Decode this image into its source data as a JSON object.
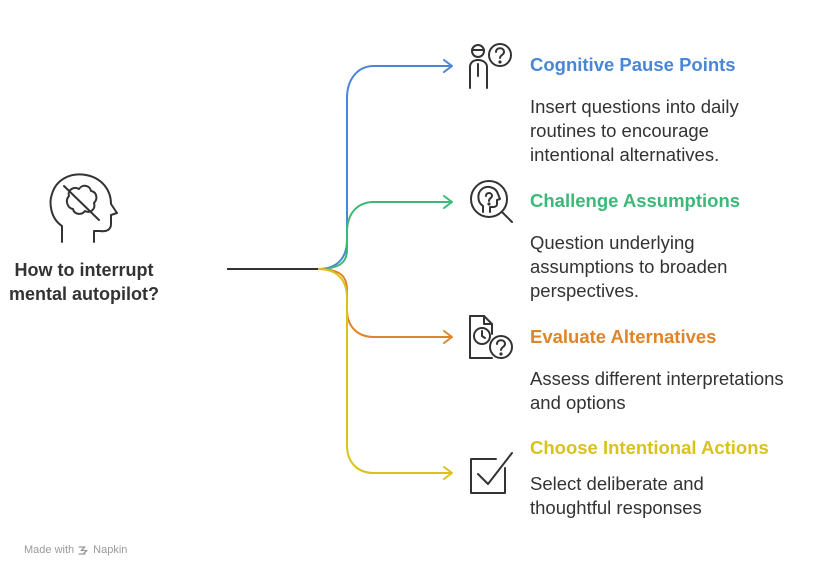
{
  "root": {
    "lines": [
      "How to interrupt",
      "mental autopilot?"
    ],
    "icon": "crossed-out-brain-head-icon"
  },
  "items": [
    {
      "title": "Cognitive Pause Points",
      "desc": [
        "Insert questions into daily",
        "routines to encourage",
        "intentional alternatives."
      ],
      "color": "#4a86d6",
      "icon": "person-question-icon"
    },
    {
      "title": "Challenge Assumptions",
      "desc": [
        "Question underlying",
        "assumptions to broaden",
        "perspectives."
      ],
      "color": "#3cb878",
      "icon": "head-magnifier-question-icon"
    },
    {
      "title": "Evaluate Alternatives",
      "desc": [
        "Assess different interpretations",
        "and options"
      ],
      "color": "#e0842a",
      "icon": "document-clock-question-icon"
    },
    {
      "title": "Choose Intentional Actions",
      "desc": [
        "Select deliberate and",
        "thoughtful responses"
      ],
      "color": "#d9c21e",
      "icon": "checkbox-checked-icon"
    }
  ],
  "footer": {
    "made_with": "Made with",
    "brand": "Napkin",
    "icon": "napkin-logo-icon"
  }
}
